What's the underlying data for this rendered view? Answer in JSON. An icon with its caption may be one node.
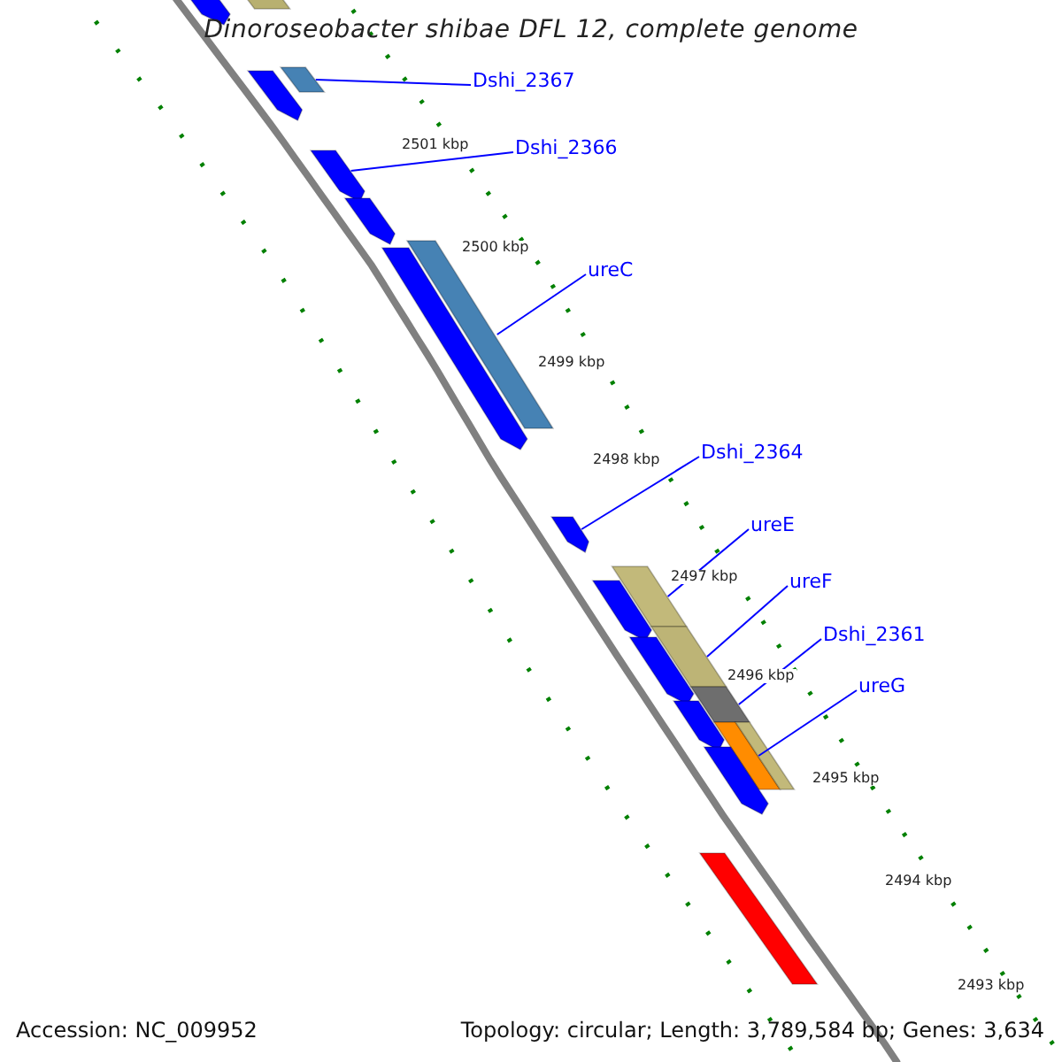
{
  "diagram": {
    "title": "Dinoroseobacter shibae DFL 12, complete genome",
    "nodes": [
      {
        "text": [
          "Dshi_2367"
        ]
      },
      {
        "text": [
          "Dshi_2366"
        ]
      },
      {
        "text": [
          "ureC"
        ]
      },
      {
        "text": [
          "Dshi_2364"
        ]
      },
      {
        "text": [
          "ureE"
        ]
      },
      {
        "text": [
          "ureF"
        ]
      },
      {
        "text": [
          "Dshi_2361"
        ]
      },
      {
        "text": [
          "ureG"
        ]
      },
      {
        "text": [],
        "shape": "bar"
      },
      {
        "text": [],
        "shape": "bar"
      },
      {
        "text": [],
        "shape": "bar"
      },
      {
        "text": [],
        "shape": "bar"
      },
      {
        "text": [],
        "shape": "bar"
      },
      {
        "text": [],
        "shape": "bar"
      },
      {
        "text": [],
        "shape": "bar"
      },
      {
        "text": [],
        "shape": "bar"
      },
      {
        "text": [],
        "shape": "bar"
      },
      {
        "text": [],
        "shape": "bar"
      },
      {
        "text": [],
        "shape": "bar"
      },
      {
        "text": [],
        "shape": "bar"
      },
      {
        "text": [],
        "shape": "bar"
      },
      {
        "text": [],
        "shape": "bar"
      },
      {
        "text": [],
        "shape": "bar"
      },
      {
        "text": [],
        "shape": "bar"
      },
      {
        "text": [],
        "shape": "bar"
      },
      {
        "text": [],
        "shape": "bar"
      },
      {
        "text": [],
        "shape": "bar"
      }
    ],
    "edges": [
      {
        "from": 0,
        "to": 10,
        "arrow": "none"
      },
      {
        "from": 1,
        "to": 12,
        "arrow": "none"
      },
      {
        "from": 2,
        "to": 14,
        "arrow": "none"
      },
      {
        "from": 3,
        "to": 16,
        "arrow": "none"
      },
      {
        "from": 4,
        "to": 17,
        "arrow": "none"
      },
      {
        "from": 5,
        "to": 19,
        "arrow": "none"
      },
      {
        "from": 6,
        "to": 21,
        "arrow": "none"
      },
      {
        "from": 7,
        "to": 23,
        "arrow": "none"
      }
    ],
    "labels": [
      "2501 kbp",
      "2500 kbp",
      "2499 kbp",
      "2498 kbp",
      "2497 kbp",
      "2496 kbp",
      "2495 kbp",
      "2494 kbp",
      "2493 kbp",
      "Accession: NC_009952",
      "Topology: circular; Length: 3,789,584 bp; Genes: 3,634"
    ]
  }
}
